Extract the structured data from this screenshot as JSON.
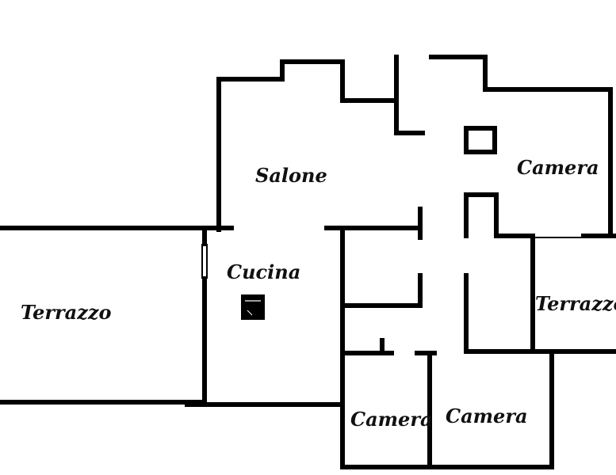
{
  "plan": {
    "rooms": [
      {
        "id": "salone",
        "label": "Salone"
      },
      {
        "id": "camera-top-right",
        "label": "Camera"
      },
      {
        "id": "cucina",
        "label": "Cucina"
      },
      {
        "id": "terrazzo-left",
        "label": "Terrazzo"
      },
      {
        "id": "terrazzo-right",
        "label": "Terrazzo"
      },
      {
        "id": "camera-bottom-left",
        "label": "Camera"
      },
      {
        "id": "camera-bottom-right",
        "label": "Camera"
      }
    ]
  }
}
